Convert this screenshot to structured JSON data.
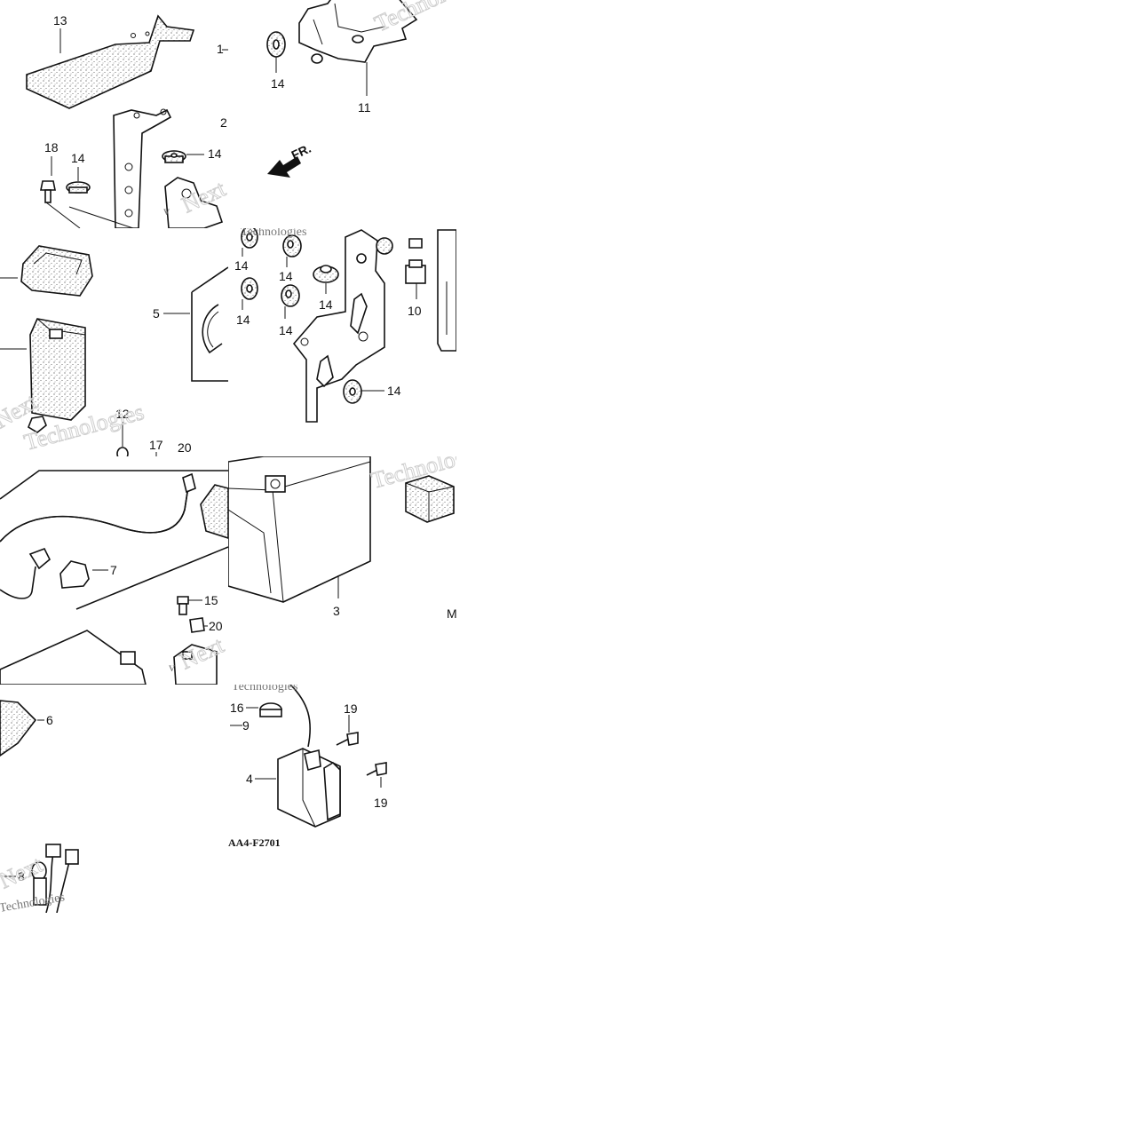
{
  "labels": {
    "p1": "1",
    "p2": "2",
    "p3": "3",
    "p4": "4",
    "p5": "5",
    "p6": "6",
    "p7": "7",
    "p8": "8",
    "p9": "9",
    "p10": "10",
    "p11": "11",
    "p12": "12",
    "p13": "13",
    "p14": "14",
    "p15": "15",
    "p16": "16",
    "p17": "17",
    "p18": "18",
    "p19": "19",
    "p20": "20"
  },
  "front_marker": "FR.",
  "diagram_code": "AA4-F2701",
  "edge_fragment": "M",
  "watermark": {
    "text": "Technologies",
    "prefix": "v",
    "next": "Next"
  }
}
